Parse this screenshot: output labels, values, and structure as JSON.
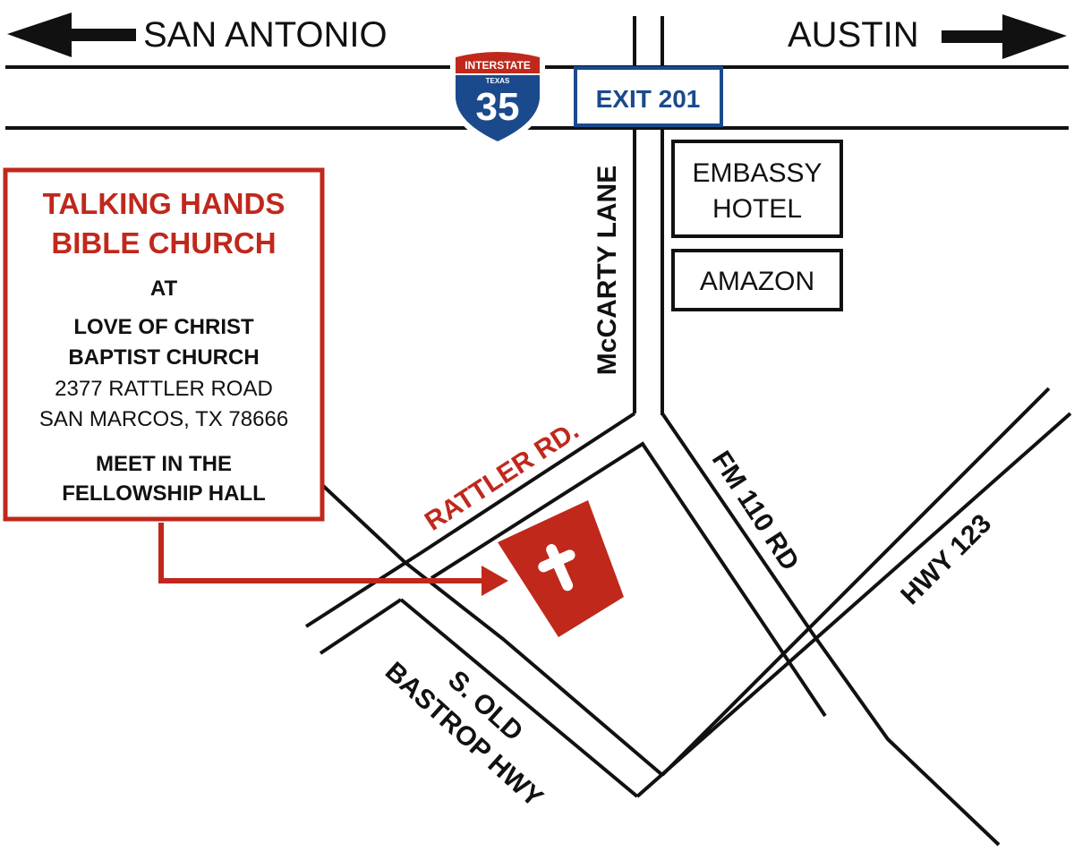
{
  "directions": {
    "west": "SAN ANTONIO",
    "east": "AUSTIN"
  },
  "shield": {
    "top": "INTERSTATE",
    "state": "TEXAS",
    "number": "35"
  },
  "exit": "EXIT 201",
  "roads": {
    "mccarty": "McCARTY LANE",
    "rattler": "RATTLER RD.",
    "fm110": "FM 110 RD",
    "hwy123": "HWY 123",
    "bastrop_line1": "S. OLD",
    "bastrop_line2": "BASTROP HWY"
  },
  "landmarks": {
    "embassy_line1": "EMBASSY",
    "embassy_line2": "HOTEL",
    "amazon": "AMAZON"
  },
  "info": {
    "title1": "TALKING HANDS",
    "title2": "BIBLE CHURCH",
    "at": "AT",
    "church1": "LOVE OF CHRIST",
    "church2": "BAPTIST CHURCH",
    "address1": "2377 RATTLER ROAD",
    "address2": "SAN MARCOS, TX 78666",
    "meet1": "MEET IN THE",
    "meet2": "FELLOWSHIP HALL"
  },
  "colors": {
    "accent_red": "#c0281c",
    "shield_blue": "#1a4a8c",
    "exit_blue": "#1a4a8c",
    "ink": "#111111"
  }
}
